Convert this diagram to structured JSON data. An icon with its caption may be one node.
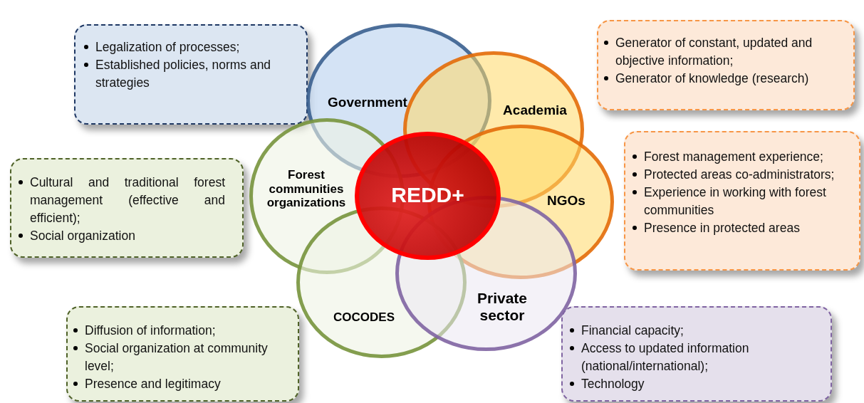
{
  "diagram": {
    "nodes": [
      {
        "text": [
          "Legalization of processes;",
          "Established policies, norms and strategies"
        ]
      },
      {
        "text": [
          "Government"
        ]
      },
      {
        "text": [
          "Academia"
        ]
      },
      {
        "text": [
          "Generator of constant, updated and objective information;",
          "Generator of knowledge (research)"
        ]
      },
      {
        "text": [
          "Forest communities organizations"
        ]
      },
      {
        "text": [
          "REDD+"
        ]
      },
      {
        "text": [
          "NGOs"
        ]
      },
      {
        "text": [
          "Cultural and traditional forest management (effective and efficient);",
          "Social organization"
        ]
      },
      {
        "text": [
          "Forest management experience;",
          "Protected areas co-administrators;",
          "Experience in working with forest communities",
          "Presence in protected areas"
        ]
      },
      {
        "text": [
          "COCODES"
        ]
      },
      {
        "text": [
          "Private sector"
        ]
      },
      {
        "text": [
          "Diffusion of information;",
          "Social organization at community level;",
          "Presence and legitimacy"
        ]
      },
      {
        "text": [
          "Financial capacity;",
          "Access to updated information (national/international);",
          "Technology"
        ]
      }
    ]
  }
}
